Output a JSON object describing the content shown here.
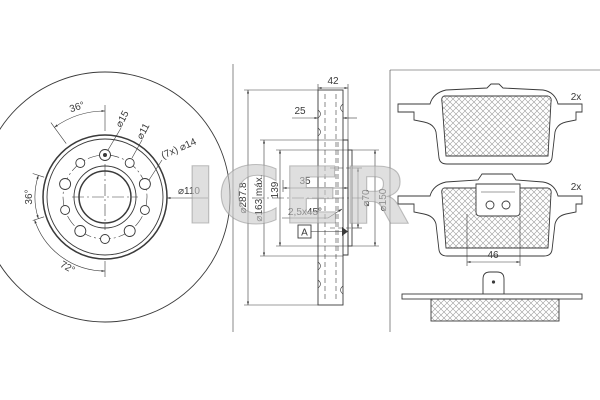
{
  "watermark": "ICER",
  "disc_front_view": {
    "angle_top": "36°",
    "hole_dia_15": "⌀15",
    "hole_dia_11": "⌀11",
    "hole_dia_14": "(7x) ⌀14",
    "hub_dia": "⌀110",
    "angle_left": "36°",
    "angle_bottom": "72°"
  },
  "disc_side_view": {
    "width_total": "42",
    "thickness": "25",
    "depth": "35",
    "chamfer": "2,5x45°",
    "datum": "A",
    "outer_dia": "⌀287.8",
    "hat_dia": "⌀163 máx.",
    "pcd": "139",
    "bore_dia": "⌀70",
    "flange_dia": "⌀150"
  },
  "brake_pads": {
    "upper_qty": "2x",
    "lower_qty": "2x",
    "clip_width": "46"
  },
  "colors": {
    "line": "#3a3a3a",
    "watermark": "#c9c9c9",
    "hatch": "#9b9b9b"
  }
}
